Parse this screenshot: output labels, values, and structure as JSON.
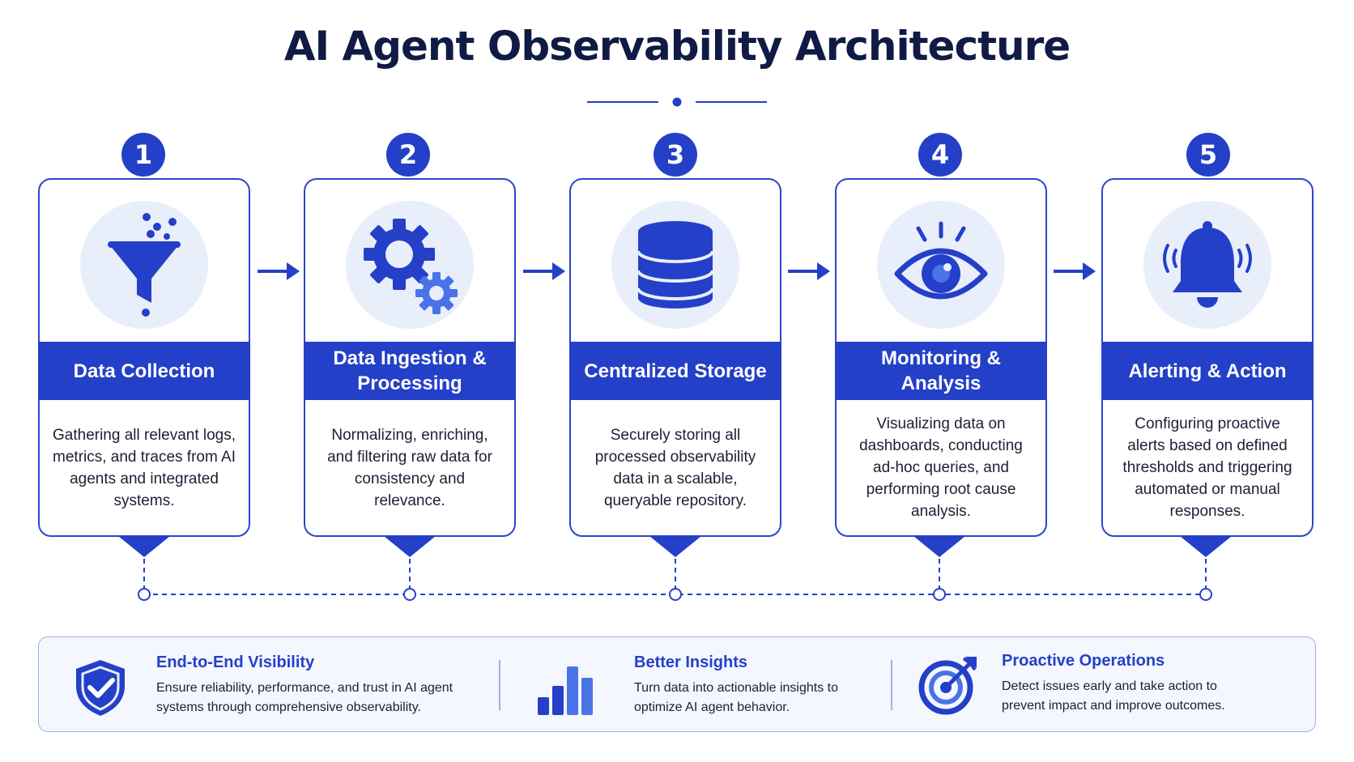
{
  "title": "AI Agent Observability Architecture",
  "colors": {
    "primary": "#2440c8",
    "icon_bg": "#e9eefb",
    "light_icon": "#4a73e8",
    "text": "#1b2035"
  },
  "steps": [
    {
      "number": "1",
      "title": "Data Collection",
      "icon": "funnel-icon",
      "description": "Gathering all relevant logs, metrics, and traces from AI agents and integrated systems."
    },
    {
      "number": "2",
      "title": "Data Ingestion & Processing",
      "icon": "gears-icon",
      "description": "Normalizing, enriching, and filtering raw data for consistency and relevance."
    },
    {
      "number": "3",
      "title": "Centralized Storage",
      "icon": "database-icon",
      "description": "Securely storing all processed observability data in a scalable, queryable repository."
    },
    {
      "number": "4",
      "title": "Monitoring & Analysis",
      "icon": "eye-icon",
      "description": "Visualizing data on dashboards, conducting ad-hoc queries, and performing root cause analysis."
    },
    {
      "number": "5",
      "title": "Alerting & Action",
      "icon": "bell-icon",
      "description": "Configuring proactive alerts based on defined thresholds and triggering automated or manual responses."
    }
  ],
  "benefits": [
    {
      "title": "End-to-End Visibility",
      "icon": "shield-check-icon",
      "text": "Ensure reliability, performance, and trust in AI agent systems through comprehensive observability."
    },
    {
      "title": "Better Insights",
      "icon": "bar-chart-icon",
      "text": "Turn data into actionable insights to optimize AI agent behavior."
    },
    {
      "title": "Proactive Operations",
      "icon": "target-icon",
      "text": "Detect issues early and take action to prevent impact and improve outcomes."
    }
  ]
}
